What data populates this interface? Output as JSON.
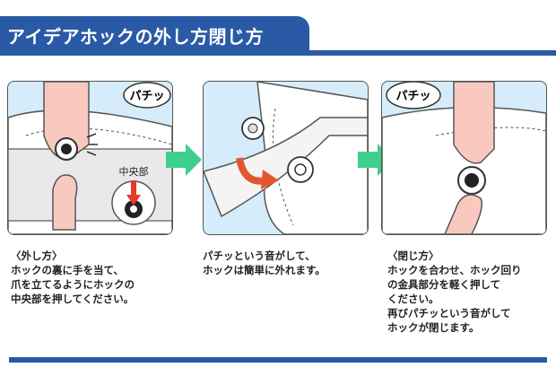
{
  "title": "アイデアホックの外し方閉じ方",
  "panels": {
    "p1": {
      "bubble": "パチッ",
      "tag": "中央部"
    },
    "p3": {
      "bubble": "パチッ"
    }
  },
  "captions": {
    "c1": [
      "〈外し方〉",
      "ホックの裏に手を当て、",
      "爪を立てるようにホックの",
      "中央部を押してください。"
    ],
    "c2": [
      "パチッという音がして、",
      "ホックは簡単に外れます。"
    ],
    "c3": [
      "〈閉じ方〉",
      "ホックを合わせ、ホック回り",
      "の金具部分を軽く押して",
      "ください。",
      "再びパチッという音がして",
      "ホックが閉じます。"
    ]
  },
  "colors": {
    "header": "#2a5aa6",
    "arrow": "#3ecf8e",
    "panel_bg": "#d6ecfa"
  }
}
